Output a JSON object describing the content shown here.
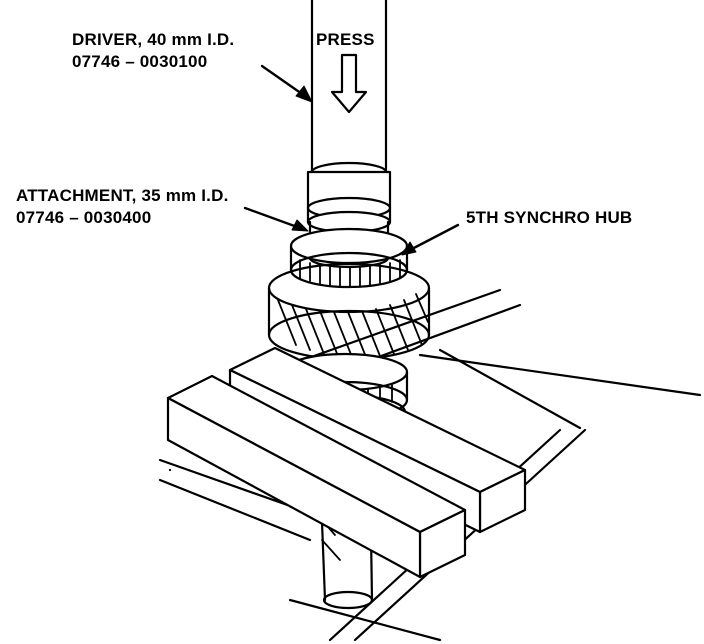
{
  "labels": {
    "driver_name": "DRIVER, 40 mm I.D.",
    "driver_part": "07746 – 0030100",
    "press": "PRESS",
    "attachment_name": "ATTACHMENT, 35 mm I.D.",
    "attachment_part": "07746 – 0030400",
    "synchro_hub": "5TH SYNCHRO HUB"
  },
  "colors": {
    "ink": "#000000",
    "paper": "#ffffff"
  }
}
